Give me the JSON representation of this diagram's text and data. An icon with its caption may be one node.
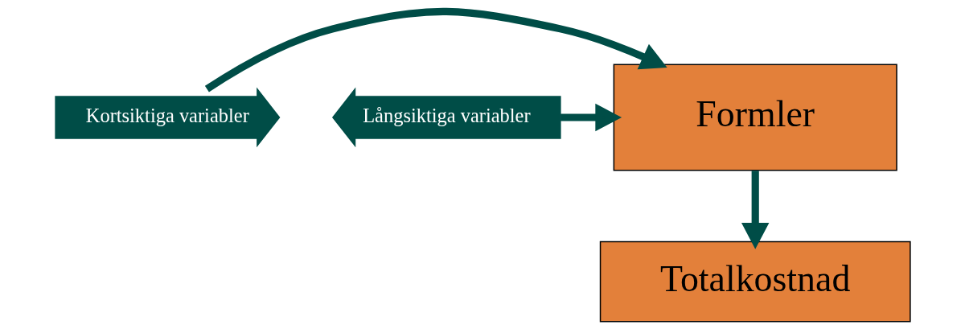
{
  "diagram": {
    "nodes": [
      {
        "text": [
          "Kortsiktiga variabler"
        ]
      },
      {
        "text": [
          "Formler"
        ]
      },
      {
        "text": [
          "Långsiktiga variabler"
        ]
      },
      {
        "text": [
          "Totalkostnad"
        ]
      }
    ],
    "edges": [
      {
        "from": 0,
        "to": 1,
        "arrow": "to"
      },
      {
        "from": 2,
        "to": 1,
        "arrow": "to"
      },
      {
        "from": 1,
        "to": 3,
        "arrow": "to"
      }
    ]
  }
}
